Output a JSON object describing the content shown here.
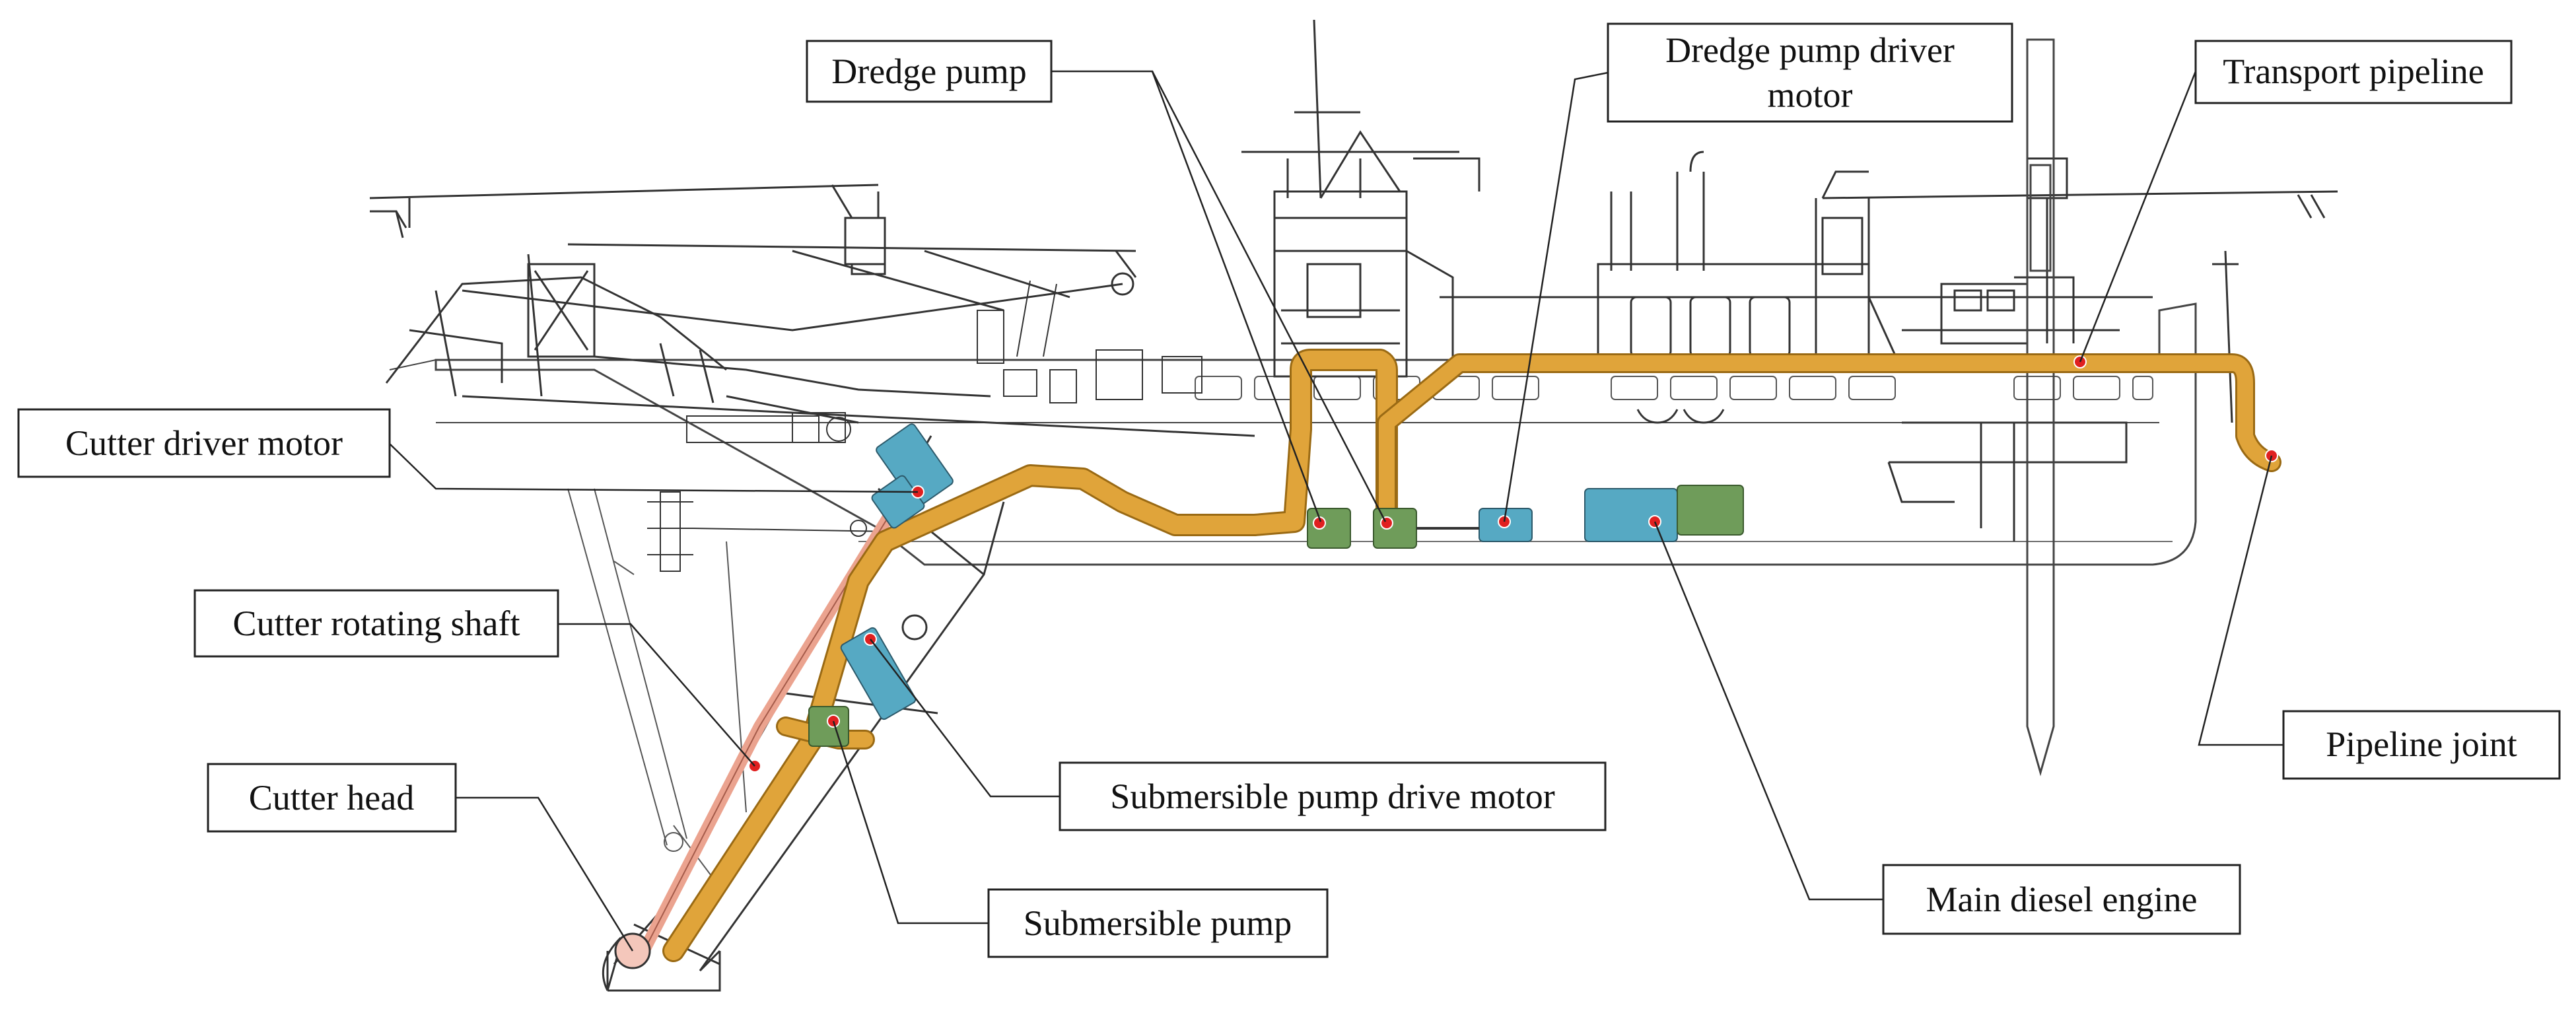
{
  "colors": {
    "line": "#3a3a3a",
    "pipe": "#e0a43a",
    "pipe_edge": "#9a6a14",
    "shaft": "#eba38f",
    "machinery_blue": "#56a9c3",
    "machinery_green": "#6f9c5a",
    "marker": "#e02020",
    "label_box": "#222222"
  },
  "labels": {
    "dredge_pump": "Dredge pump",
    "dredge_pump_driver_motor_line1": "Dredge pump driver",
    "dredge_pump_driver_motor_line2": "motor",
    "transport_pipeline": "Transport pipeline",
    "cutter_driver_motor": "Cutter driver motor",
    "cutter_rotating_shaft": "Cutter rotating shaft",
    "cutter_head": "Cutter head",
    "submersible_pump_drive_motor": "Submersible pump drive motor",
    "submersible_pump": "Submersible pump",
    "main_diesel_engine": "Main diesel engine",
    "pipeline_joint": "Pipeline joint"
  }
}
